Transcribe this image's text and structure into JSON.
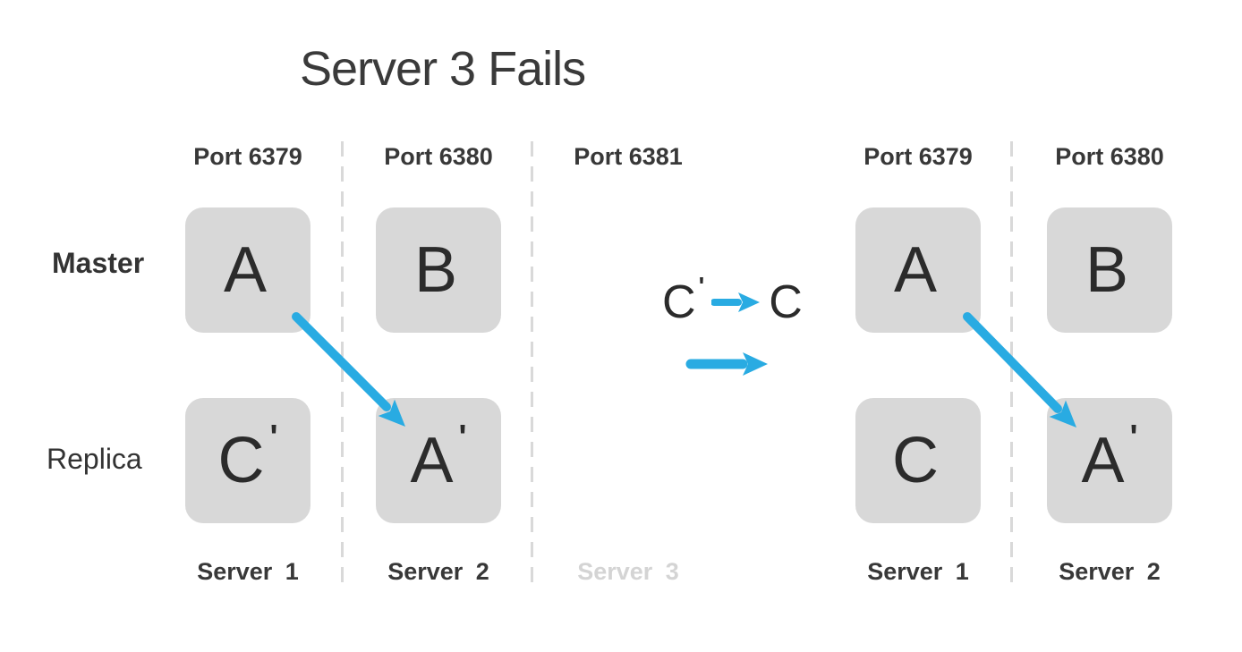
{
  "title": "Server 3 Fails",
  "colors": {
    "arrow": "#29abe2",
    "box_fill": "#d8d8d8",
    "divider": "#d9d9d9",
    "label": "#383838",
    "letter": "#2b2b2b",
    "muted": "#d4d4d4"
  },
  "row_labels": {
    "master": "Master",
    "replica": "Replica"
  },
  "columns": [
    {
      "port": "Port 6379",
      "server": "Server 1"
    },
    {
      "port": "Port 6380",
      "server": "Server 2"
    },
    {
      "port": "Port 6381",
      "server": "Server 3",
      "muted": true
    },
    {
      "port": "Port 6379",
      "server": "Server 1"
    },
    {
      "port": "Port 6380",
      "server": "Server 2"
    }
  ],
  "boxes": {
    "left": {
      "master": [
        {
          "letter": "A",
          "prime": ""
        },
        {
          "letter": "B",
          "prime": ""
        }
      ],
      "replica": [
        {
          "letter": "C",
          "prime": "'"
        },
        {
          "letter": "A",
          "prime": "'"
        }
      ]
    },
    "right": {
      "master": [
        {
          "letter": "A",
          "prime": ""
        },
        {
          "letter": "B",
          "prime": ""
        }
      ],
      "replica": [
        {
          "letter": "C",
          "prime": ""
        },
        {
          "letter": "A",
          "prime": "'"
        }
      ]
    }
  },
  "promotion": {
    "from_letter": "C",
    "from_prime": "'",
    "to_letter": "C"
  }
}
